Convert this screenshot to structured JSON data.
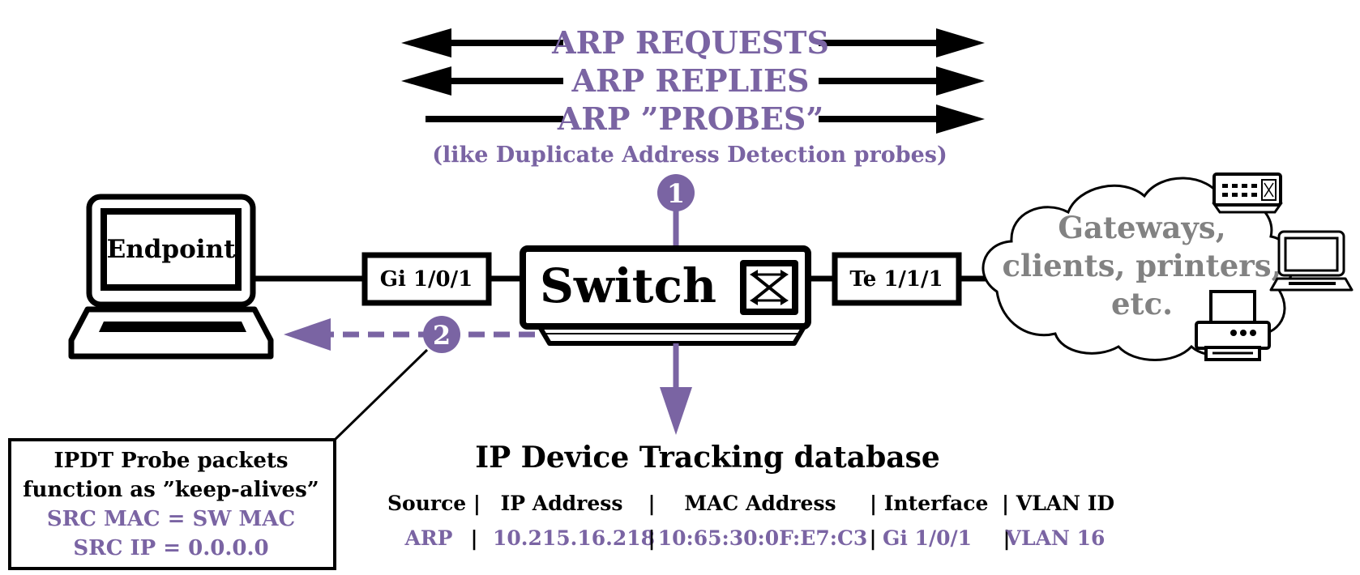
{
  "arp_messages": {
    "requests": "ARP REQUESTS",
    "replies": "ARP REPLIES",
    "probes": "ARP ”PROBES”",
    "probes_note": "(like Duplicate Address Detection probes)"
  },
  "steps": {
    "step1": "1",
    "step2": "2"
  },
  "devices": {
    "endpoint": "Endpoint",
    "switch": "Switch",
    "cloud_line1": "Gateways,",
    "cloud_line2": "clients, printers,",
    "cloud_line3": "etc."
  },
  "interfaces": {
    "left": "Gi 1/0/1",
    "right": "Te 1/1/1"
  },
  "callout": {
    "line1": "IPDT Probe packets",
    "line2": "function as ”keep-alives”",
    "line3": "SRC MAC = SW MAC",
    "line4": "SRC IP = 0.0.0.0"
  },
  "database": {
    "title": "IP Device Tracking database",
    "headers": [
      "Source |",
      "IP Address",
      "|",
      "MAC Address",
      "| Interface",
      "| VLAN ID"
    ],
    "row": [
      "ARP",
      "|",
      "10.215.16.218",
      "|",
      "10:65:30:0F:E7:C3",
      "|",
      "Gi 1/0/1",
      "|",
      "VLAN 16"
    ]
  },
  "colors": {
    "accent": "#7a64a3",
    "ink": "#000000",
    "cloud_text": "#828282"
  }
}
